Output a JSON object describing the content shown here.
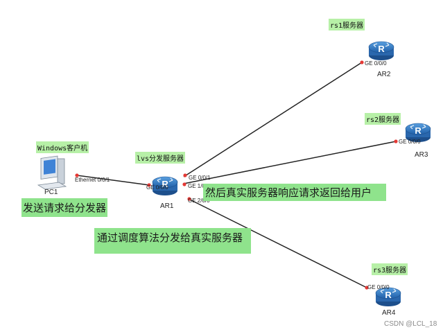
{
  "devices": {
    "pc1": {
      "name": "PC1",
      "label": "Windows客户机",
      "port": "Ethernet 0/0/1"
    },
    "ar1": {
      "name": "AR1",
      "label": "lvs分发服务器",
      "ports": [
        "GE 0/0/0",
        "GE 0/0/1",
        "GE 1/0/0",
        "GE 2/0/0"
      ]
    },
    "ar2": {
      "name": "AR2",
      "label": "rs1服务器",
      "port": "GE 0/0/0"
    },
    "ar3": {
      "name": "AR3",
      "label": "rs2服务器",
      "port": "GE 0/0/0"
    },
    "ar4": {
      "name": "AR4",
      "label": "rs3服务器",
      "port": "GE 0/0/0"
    }
  },
  "annotations": {
    "client_to_lb": "发送请求给分发器",
    "lb_to_servers": "通过调度算法分发给真实服务器",
    "servers_reply": "然后真实服务器响应请求返回给用户"
  },
  "watermark": "CSDN @LCL_18",
  "colors": {
    "link": "#222222",
    "port_dot": "#e53935",
    "router": "#2f72b8",
    "label_bg": "#b7f0a7",
    "note_bg": "#8fe38c"
  }
}
